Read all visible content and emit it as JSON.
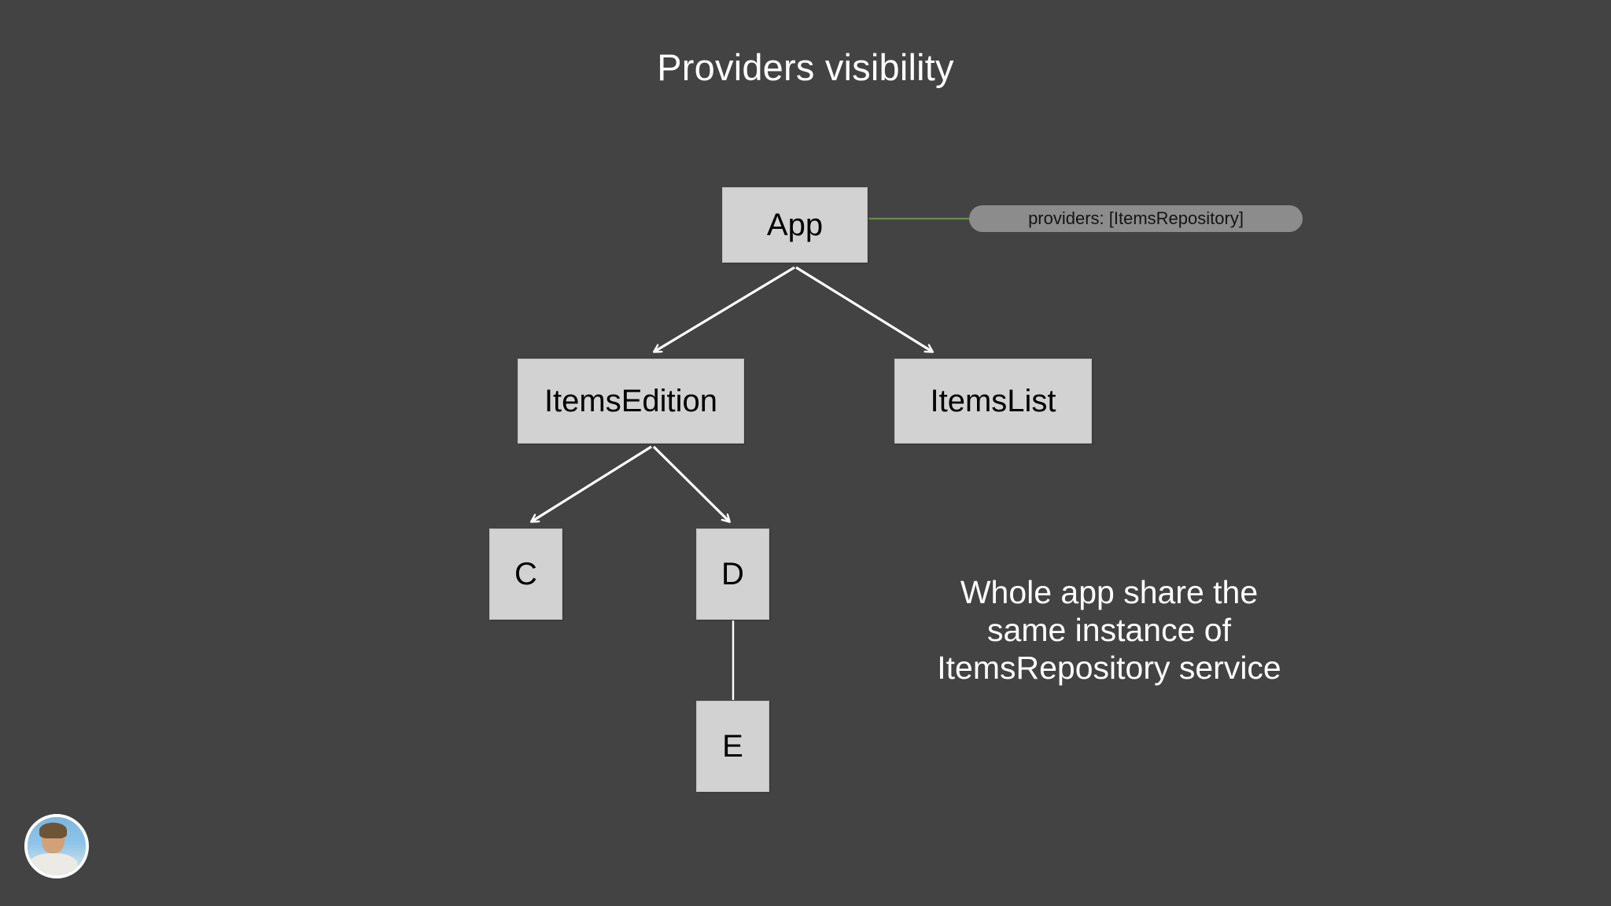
{
  "slide": {
    "title": "Providers visibility",
    "background_color": "#434343",
    "node_fill_color": "#d2d2d2",
    "node_text_color": "#000000",
    "connector_color": "#ffffff",
    "provider_line_color": "#6a8a4a",
    "pill_color": "#8c8c8c"
  },
  "diagram": {
    "nodes": [
      {
        "id": "app",
        "label": "App"
      },
      {
        "id": "items_edition",
        "label": "ItemsEdition"
      },
      {
        "id": "items_list",
        "label": "ItemsList"
      },
      {
        "id": "c",
        "label": "C"
      },
      {
        "id": "d",
        "label": "D"
      },
      {
        "id": "e",
        "label": "E"
      }
    ],
    "edges": [
      {
        "from": "app",
        "to": "items_edition",
        "arrow": true
      },
      {
        "from": "app",
        "to": "items_list",
        "arrow": true
      },
      {
        "from": "items_edition",
        "to": "c",
        "arrow": true
      },
      {
        "from": "items_edition",
        "to": "d",
        "arrow": true
      },
      {
        "from": "d",
        "to": "e",
        "arrow": false
      }
    ],
    "annotation": {
      "attached_to": "app",
      "label": "providers: [ItemsRepository]"
    }
  },
  "note": {
    "lines": [
      "Whole app share the",
      "same instance of",
      "ItemsRepository service"
    ]
  },
  "avatar": {
    "alt": "presenter-avatar"
  }
}
